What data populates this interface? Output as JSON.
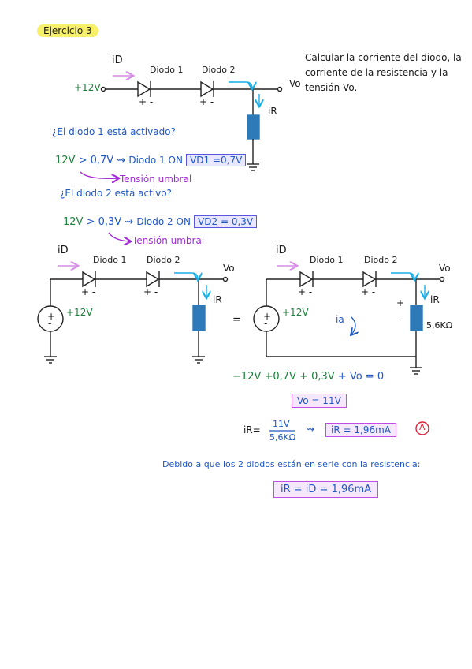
{
  "title": "Ejercicio 3",
  "statement": [
    "Calcular la corriente del diodo, la",
    "corriente de la resistencia y la",
    "tensión Vo."
  ],
  "circuit1": {
    "source": "+12V",
    "current_label": "iD",
    "d1": "Diodo 1",
    "d2": "Diodo 2",
    "output": "Vo",
    "ir": "iR",
    "d1_signs": "+ -",
    "d2_signs": "+ -"
  },
  "q1": "¿El diodo 1 está activado?",
  "q1_eq_a": "12V",
  "q1_eq_b": "> 0,7V",
  "q1_arrow": "⇝",
  "q1_result": "Diodo 1 ON",
  "q1_box": "VD1 =0,7V",
  "threshold": "Tensión umbral",
  "q2": "¿El diodo 2 está activo?",
  "q2_eq_a": "12V",
  "q2_eq_b": "> 0,3V",
  "q2_arrow": "⇝",
  "q2_result": "Diodo 2 ON",
  "q2_box": "VD2 = 0,3V",
  "threshold2": "Tensión umbral",
  "circuit2": {
    "current_label": "iD",
    "d1": "Diodo 1",
    "d2": "Diodo 2",
    "output": "Vo",
    "ir": "iR",
    "source": "+12V",
    "signs": "+ -",
    "plus": "+",
    "minus": "-"
  },
  "equals": "=",
  "circuit3": {
    "current_label": "iD",
    "d1": "Diodo 1",
    "d2": "Diodo 2",
    "output": "Vo",
    "ir": "iR",
    "source": "+12V",
    "loop": "ia",
    "resistor": "5,6KΩ",
    "signs": "+ -",
    "plus_r": "+",
    "minus_r": "-"
  },
  "kvl": {
    "t1": "−12V",
    "t2": "+0,7V",
    "t3": "+ 0,3V",
    "t4": "+ Vo = 0"
  },
  "vo_box": "Vo = 11V",
  "ir_calc": {
    "lhs": "iR=",
    "num": "11V",
    "den": "5,6KΩ",
    "arrow": "⇝",
    "result": "iR = 1,96mA",
    "answer_mark": "A"
  },
  "conclusion": "Debido a que los 2 diodos están en serie con la resistencia:",
  "final_box": "iR = iD = 1,96mA"
}
